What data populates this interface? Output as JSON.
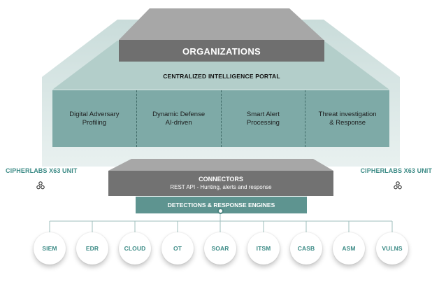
{
  "organizations": {
    "label": "ORGANIZATIONS"
  },
  "portal": {
    "label": "CENTRALIZED INTELLIGENCE PORTAL"
  },
  "capabilities": [
    {
      "label": "Digital Adversary\nProfiling"
    },
    {
      "label": "Dynamic Defense\nAI-driven"
    },
    {
      "label": "Smart Alert\nProcessing"
    },
    {
      "label": "Threat investigation\n& Response"
    }
  ],
  "units": {
    "left": {
      "label": "CIPHERLABS X63 UNIT",
      "icon": "unit-node-icon"
    },
    "right": {
      "label": "CIPHERLABS X63 UNIT",
      "icon": "unit-node-icon"
    }
  },
  "connectors": {
    "title": "CONNECTORS",
    "subtitle": "REST API  - Hunting, alerts and response"
  },
  "engines": {
    "label": "DETECTIONS & RESPONSE ENGINES"
  },
  "integrations": [
    {
      "label": "SIEM"
    },
    {
      "label": "EDR"
    },
    {
      "label": "CLOUD"
    },
    {
      "label": "OT"
    },
    {
      "label": "SOAR"
    },
    {
      "label": "ITSM"
    },
    {
      "label": "CASB"
    },
    {
      "label": "ASM"
    },
    {
      "label": "VULNS"
    }
  ],
  "colors": {
    "teal_dark": "#5e9490",
    "teal_mid": "#7eaaa7",
    "teal_light": "#c9dcda",
    "gray_dark": "#727272",
    "gray_light": "#a7a7a7",
    "accent_text": "#3c8b86"
  }
}
